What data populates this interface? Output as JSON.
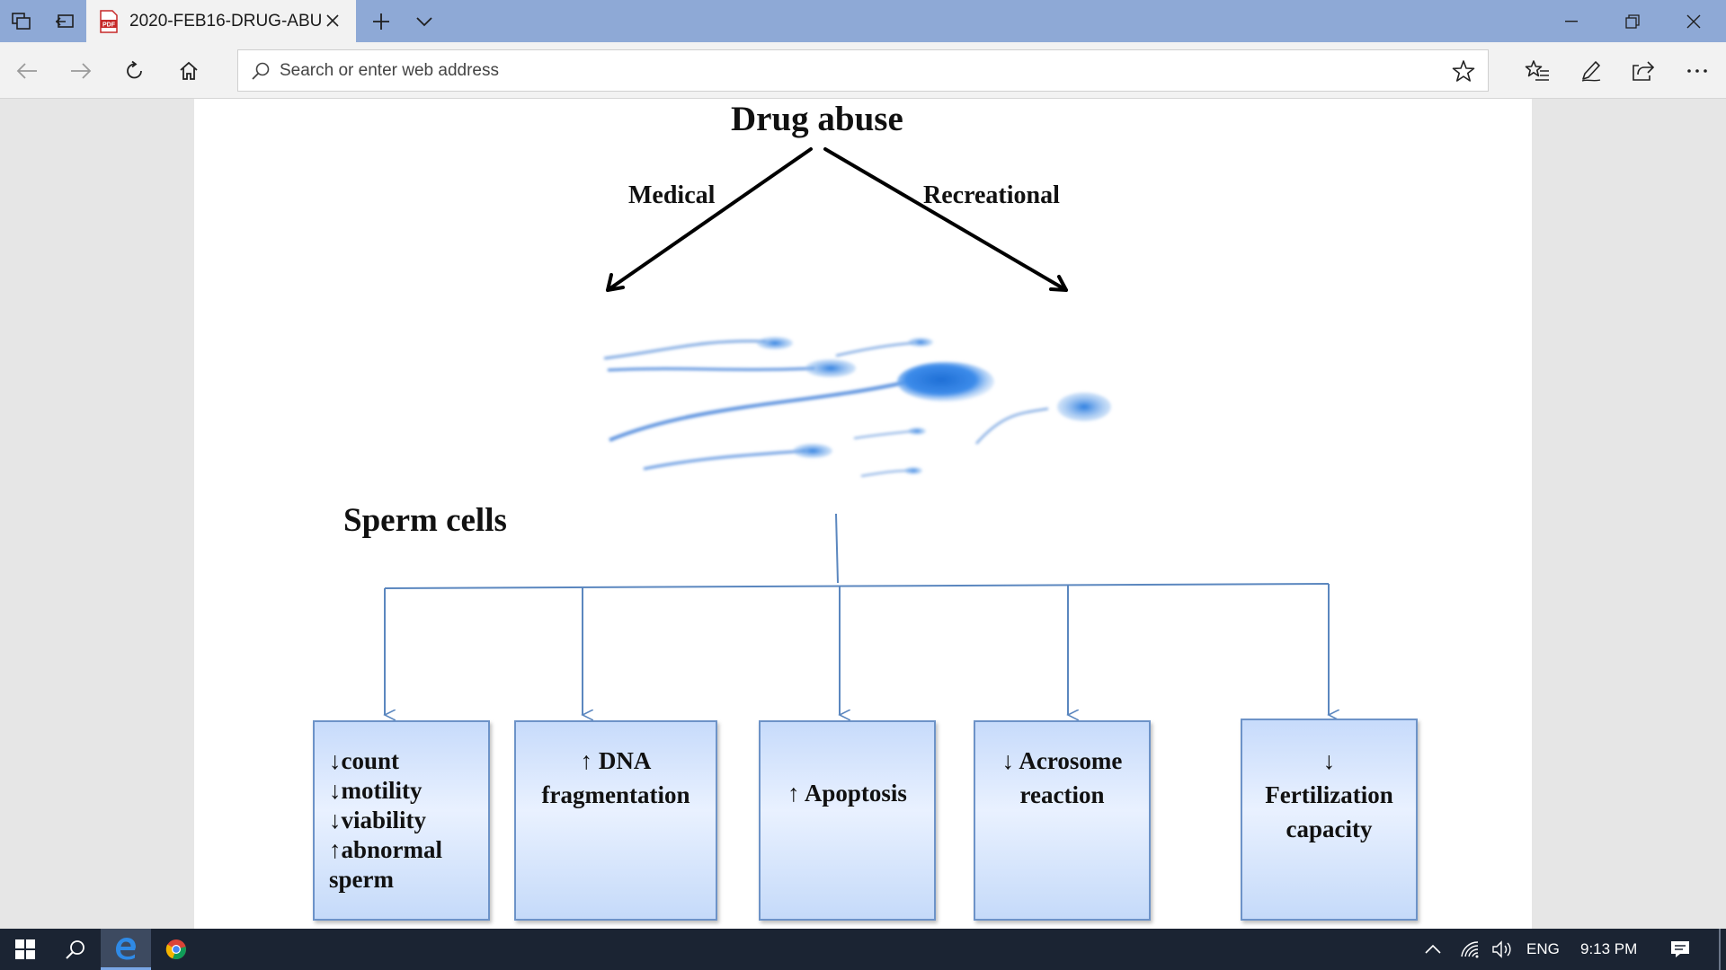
{
  "browser": {
    "tab": {
      "title": "2020-FEB16-DRUG-ABU",
      "icon": "pdf-icon"
    },
    "address_bar": {
      "placeholder": "Search or enter web address"
    }
  },
  "diagram": {
    "title": "Drug abuse",
    "branch_left": "Medical",
    "branch_right": "Recreational",
    "cells_label": "Sperm cells",
    "effects": {
      "sperm_params": [
        "↓count",
        "↓motility",
        "↓viability",
        "↑abnormal",
        "sperm"
      ],
      "dna": [
        "↑ DNA",
        "fragmentation"
      ],
      "apoptosis": [
        "↑ Apoptosis"
      ],
      "acrosome": [
        "↓ Acrosome",
        "reaction"
      ],
      "fertilization": [
        "↓",
        "Fertilization",
        "capacity"
      ]
    }
  },
  "taskbar": {
    "language": "ENG",
    "time": "9:13 PM"
  },
  "colors": {
    "titlebar": "#8ea9d6",
    "taskbar": "#1b2433",
    "box_border": "#6d93c8",
    "connector": "#5b87bf"
  }
}
